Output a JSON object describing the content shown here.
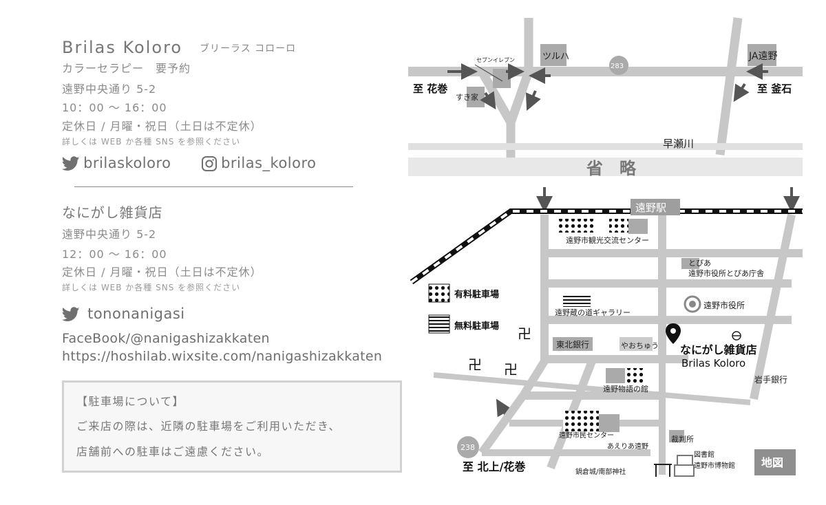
{
  "shop1": {
    "name": "Brilas Koloro",
    "kana": "ブリーラス コローロ",
    "service": "カラーセラピー　要予約",
    "address": "遠野中央通り 5-2",
    "hours": "10：00 ～ 16：00",
    "closed": "定休日 / 月曜・祝日（土日は不定休）",
    "note": "詳しくは WEB か各種 SNS を参照ください",
    "twitter": "brilaskoloro",
    "instagram": "brilas_koloro"
  },
  "shop2": {
    "name": "なにがし雑貨店",
    "address": "遠野中央通り 5-2",
    "hours": "12：00 ～ 16：00",
    "closed": "定休日 / 月曜・祝日（土日は不定休）",
    "note": "詳しくは WEB か各種 SNS を参照ください",
    "twitter": "tononanigasi",
    "facebook": "FaceBook/@nanigashizakkaten",
    "website": "https://hoshilab.wixsite.com/nanigashizakkaten"
  },
  "parking_notice": {
    "title": "【駐車場について】",
    "line1": "ご来店の際は、近隣の駐車場をご利用いただき、",
    "line2": "店舗前への駐車はご遠慮ください。"
  },
  "map": {
    "seven_eleven": "セブンイレブン",
    "tsuruha": "ツルハ",
    "route_283": "283",
    "ja_tono": "JA遠野",
    "to_hanamaki": "至 花巻",
    "to_kamaishi": "至 釜石",
    "sukiya": "すき家",
    "hayase_river": "早瀬川",
    "omitted": "省　略",
    "tono_station": "遠野駅",
    "tourism_center": "遠野市観光交流センター",
    "tobia": "とぴあ",
    "city_hall_tobia": "遠野市役所とぴあ庁舎",
    "legend_paid": "有料駐車場",
    "legend_free": "無料駐車場",
    "kura_gallery": "遠野蔵の道ギャラリー",
    "city_hall": "遠野市役所",
    "tohoku_bank": "東北銀行",
    "yaochuu": "やおちゅう",
    "shop_name": "なにがし雑貨店",
    "shop_name_en": "Brilas Koloro",
    "iwate_bank": "岩手銀行",
    "monogatari": "遠野物語の館",
    "shimin_center": "遠野市民センター",
    "aeria": "あえりあ遠野",
    "court": "裁判所",
    "route_238": "238",
    "to_kitakami": "至 北上/花巻",
    "library": "図書館",
    "museum": "遠野市博物館",
    "shrine": "鍋倉城/南部神社",
    "map_badge": "地図"
  }
}
